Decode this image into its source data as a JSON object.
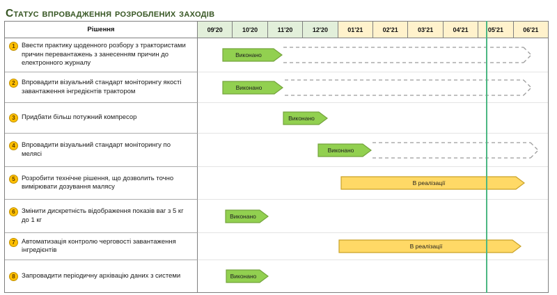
{
  "title": "Статус впровадження розроблених заходів",
  "colors": {
    "title": "#375623",
    "header_2020_bg": "#e2efda",
    "header_2021_bg": "#fff2cc",
    "table_border": "#7f7f7f"
  },
  "table": {
    "task_header": "Рішення"
  },
  "chart_data": {
    "type": "gantt",
    "title": "Статус впровадження розроблених заходів",
    "columns": [
      "09'20",
      "10'20",
      "11'20",
      "12'20",
      "01'21",
      "02'21",
      "03'21",
      "04'21",
      "05'21",
      "06'21"
    ],
    "columns_2020_count": 4,
    "column_group_colors": {
      "y2020": "#e2efda",
      "y2021": "#fff2cc"
    },
    "today_line_month": 8.2,
    "today_line_color": "#4cb782",
    "dashed_color": "#9a9a9a",
    "number_badge": {
      "fill": "#ffc000",
      "stroke": "#bf8f00",
      "text_color": "#5f3c00"
    },
    "statuses": {
      "done": {
        "label": "Виконано",
        "fill": "#92d050",
        "stroke": "#74a33c"
      },
      "inprogress": {
        "label": "В реалізації",
        "fill": "#ffd966",
        "stroke": "#c9a227"
      }
    },
    "rows": [
      {
        "num": "1",
        "task": "Ввести практику щоденного розбору з трактористами причин перевантажень з занесенням причин до електронного журналу",
        "bars": [
          {
            "status": "done",
            "start": 0.7,
            "end": 2.42
          }
        ],
        "dashed": [
          {
            "start": 2.42,
            "end": 9.5
          }
        ]
      },
      {
        "num": "2",
        "task": "Впровадити візуальний стандарт моніторингу якості завантаження інгредієнтів трактором",
        "bars": [
          {
            "status": "done",
            "start": 0.7,
            "end": 2.45
          }
        ],
        "dashed": [
          {
            "start": 2.45,
            "end": 9.5
          }
        ]
      },
      {
        "num": "3",
        "task": "Придбати більш потужний компресор",
        "bars": [
          {
            "status": "done",
            "start": 2.42,
            "end": 3.7
          }
        ],
        "dashed": []
      },
      {
        "num": "4",
        "task": "Впровадити візуальний стандарт моніторингу по мелясі",
        "bars": [
          {
            "status": "done",
            "start": 3.4,
            "end": 4.95
          }
        ],
        "dashed": [
          {
            "start": 4.95,
            "end": 9.7
          }
        ]
      },
      {
        "num": "5",
        "task": "Розробити технічне рішення, що дозволить точно вимірювати дозування малясу",
        "bars": [
          {
            "status": "inprogress",
            "start": 4.05,
            "end": 9.3
          }
        ],
        "dashed": []
      },
      {
        "num": "6",
        "task": "Змінити дискретність відображення показів ваг з 5 кг до 1 кг",
        "bars": [
          {
            "status": "done",
            "start": 0.78,
            "end": 2.02
          }
        ],
        "dashed": []
      },
      {
        "num": "7",
        "task": "Автоматизація контролю черговості завантаження інгредієнтів",
        "bars": [
          {
            "status": "inprogress",
            "start": 4.0,
            "end": 9.2
          }
        ],
        "dashed": []
      },
      {
        "num": "8",
        "task": "Запровадити періодичну архівацію даних з системи",
        "bars": [
          {
            "status": "done",
            "start": 0.79,
            "end": 2.02
          }
        ],
        "dashed": []
      }
    ]
  }
}
